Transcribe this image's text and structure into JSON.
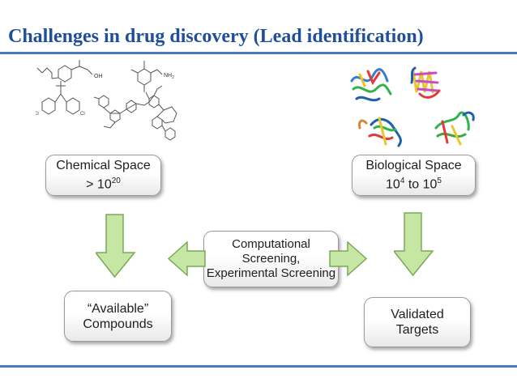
{
  "slide": {
    "title": "Challenges in drug discovery (Lead identification)",
    "colors": {
      "title": "#1f4e9a",
      "rule": "#4a78c2",
      "arrow_fill": "#c6e6a4",
      "arrow_stroke": "#7aa85a"
    }
  },
  "boxes": {
    "chemical_space": {
      "line1": "Chemical Space",
      "line2_base": "> 10",
      "line2_sup": "20"
    },
    "biological_space": {
      "line1": "Biological Space",
      "line2_base1": "10",
      "line2_sup1": "4",
      "line2_mid": " to 10",
      "line2_sup2": "5"
    },
    "screening": {
      "line1": "Computational",
      "line2": "Screening,",
      "line3": "Experimental Screening"
    },
    "available_compounds": {
      "line1": "“Available”",
      "line2": "Compounds"
    },
    "validated_targets": {
      "line1": "Validated",
      "line2": "Targets"
    }
  },
  "structure_labels": {
    "oh": "OH",
    "nh2": "NH",
    "nh2_sub": "2",
    "cl1": "Cl",
    "cl2": "Cl"
  }
}
